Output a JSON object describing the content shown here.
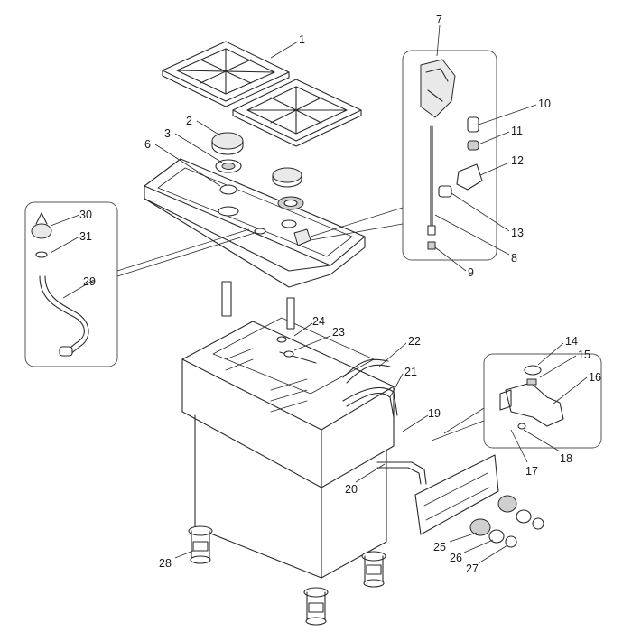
{
  "callouts": {
    "c1": "1",
    "c2": "2",
    "c3": "3",
    "c6": "6",
    "c7": "7",
    "c8": "8",
    "c9": "9",
    "c10": "10",
    "c11": "11",
    "c12": "12",
    "c13": "13",
    "c14": "14",
    "c15": "15",
    "c16": "16",
    "c17": "17",
    "c18": "18",
    "c19": "19",
    "c20": "20",
    "c21": "21",
    "c22": "22",
    "c23": "23",
    "c24": "24",
    "c25": "25",
    "c26": "26",
    "c27": "27",
    "c28": "28",
    "c29": "29",
    "c30": "30",
    "c31": "31"
  }
}
